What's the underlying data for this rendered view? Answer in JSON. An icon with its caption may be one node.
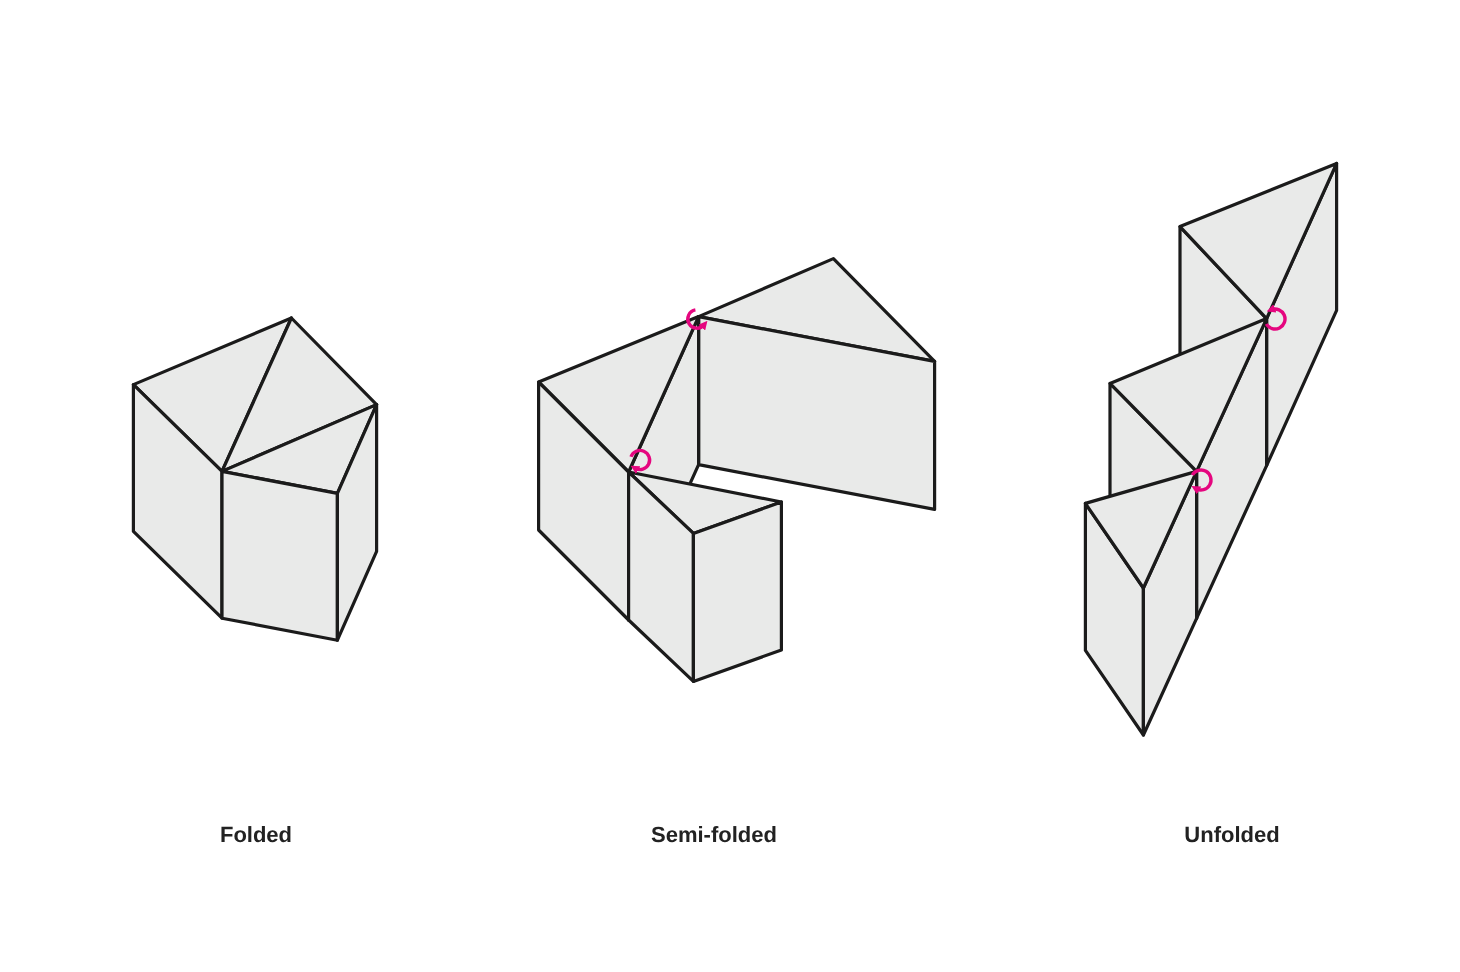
{
  "diagram": {
    "labels": [
      "Folded",
      "Semi-folded",
      "Unfolded"
    ]
  }
}
